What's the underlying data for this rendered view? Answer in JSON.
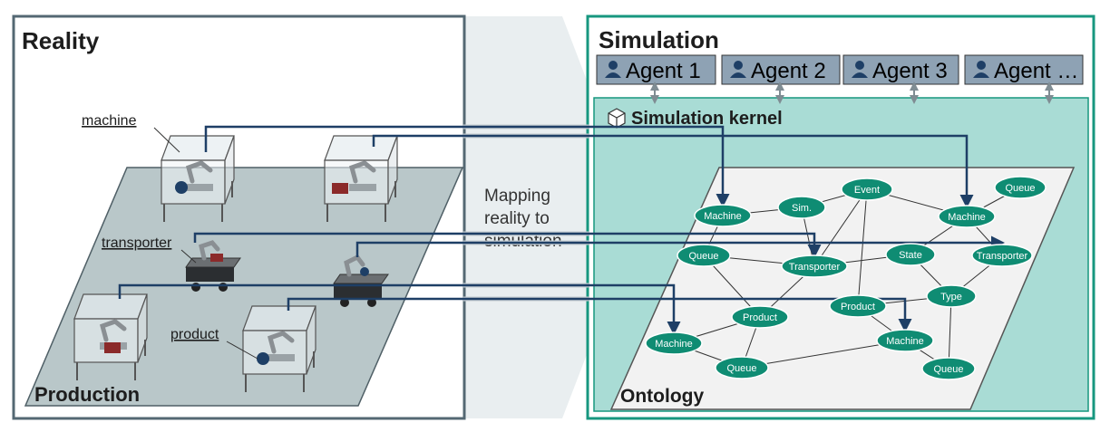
{
  "reality": {
    "title": "Reality",
    "production_label": "Production"
  },
  "reality_labels": {
    "machine": "machine",
    "transporter": "transporter",
    "product": "product"
  },
  "mapping": {
    "line1": "Mapping",
    "line2": "reality to",
    "line3": "simulation"
  },
  "simulation": {
    "title": "Simulation",
    "kernel_label": "Simulation kernel",
    "ontology_label": "Ontology"
  },
  "agents": [
    {
      "label": "Agent 1"
    },
    {
      "label": "Agent 2"
    },
    {
      "label": "Agent 3"
    },
    {
      "label": "Agent …"
    }
  ],
  "ontology_nodes": {
    "machine_a": "Machine",
    "sim": "Sim.",
    "event": "Event",
    "machine_b": "Machine",
    "queue_tr": "Queue",
    "queue_l": "Queue",
    "transporter_c": "Transporter",
    "state": "State",
    "transporter_r": "Transporter",
    "product_m": "Product",
    "product_c": "Product",
    "type": "Type",
    "machine_bl": "Machine",
    "queue_b": "Queue",
    "machine_br": "Machine",
    "queue_br": "Queue"
  },
  "colors": {
    "reality_border": "#546873",
    "simulation_border": "#17977f",
    "kernel_fill": "#a9dcd5",
    "node_fill": "#0f8c73",
    "agent_fill": "#8ea2b4",
    "mapping_line": "#1e3f66",
    "floor_fill": "#b9c7c9",
    "ontology_fill": "#f2f2f2"
  }
}
